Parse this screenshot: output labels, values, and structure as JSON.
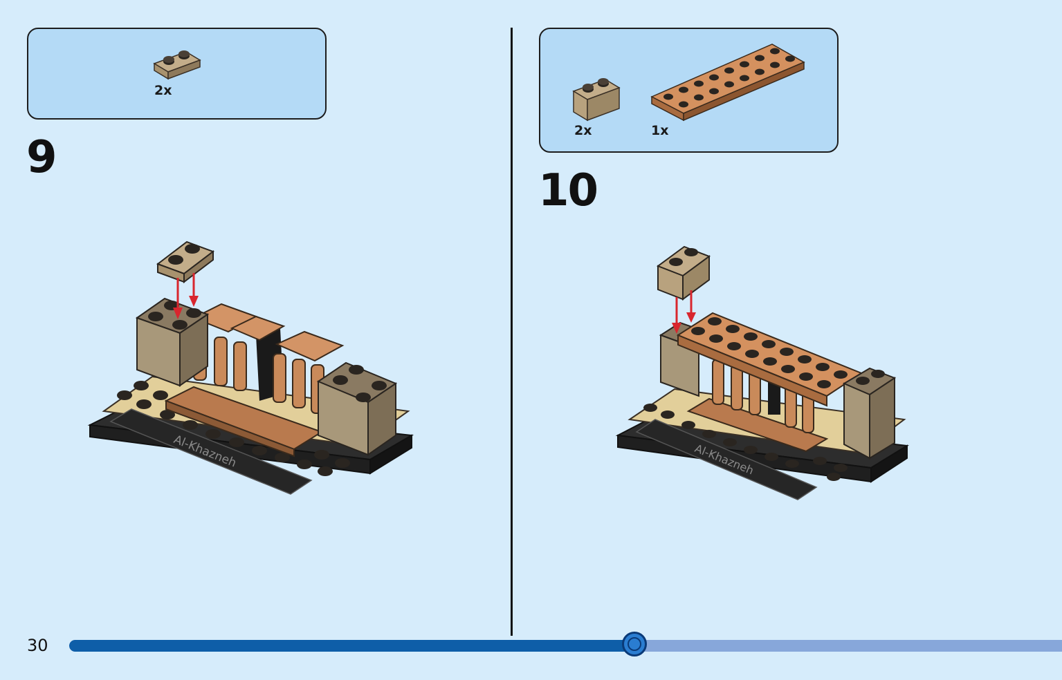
{
  "page": {
    "number": "30"
  },
  "progress": {
    "fraction": 0.569
  },
  "steps": [
    {
      "number": "9",
      "parts": [
        {
          "name": "tan-plate-1x2",
          "quantity": "2x"
        }
      ],
      "nameplate": "Al-Khazneh"
    },
    {
      "number": "10",
      "parts": [
        {
          "name": "tan-brick-1x2",
          "quantity": "2x"
        },
        {
          "name": "nougat-plate-2x8",
          "quantity": "1x"
        }
      ],
      "nameplate": "Al-Khazneh"
    }
  ],
  "colors": {
    "background": "#d6ecfb",
    "parts_box": "#b4daf6",
    "progress_fill": "#0e5ea8",
    "progress_track": "#87a7da",
    "arrow": "#d8262e"
  }
}
